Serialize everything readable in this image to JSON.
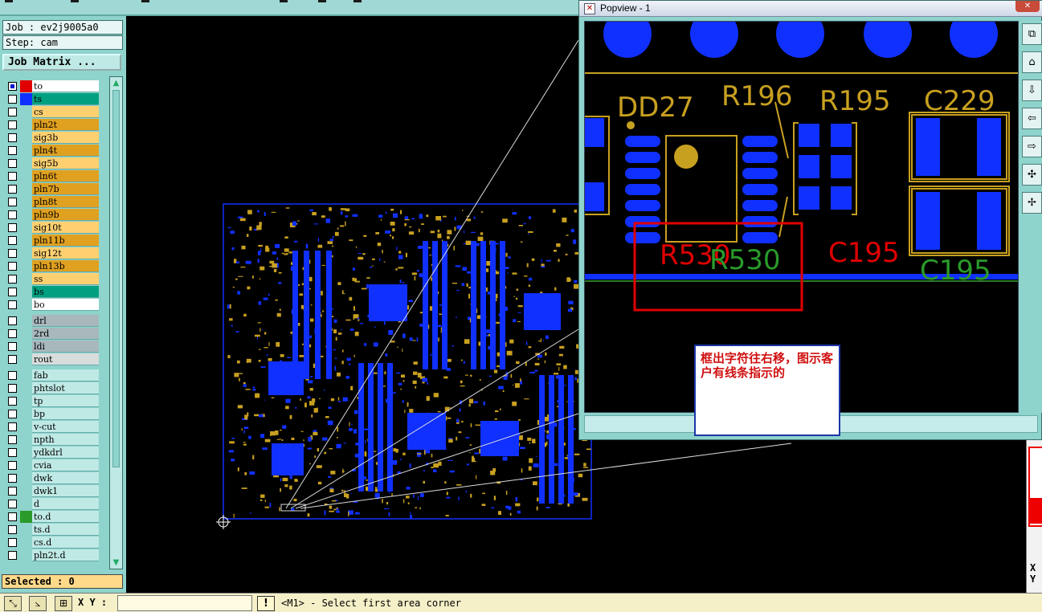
{
  "left_panel": {
    "job": "Job : ev2j9005a0",
    "step": "Step: cam",
    "job_matrix_label": "Job Matrix ...",
    "selected_label": "Selected : 0"
  },
  "layers": [
    {
      "name": "to",
      "color": "#ffffff",
      "swatch": "#e00000",
      "checked": true
    },
    {
      "name": "ts",
      "color": "#00a080",
      "swatch": "#1030ff",
      "checked": false
    },
    {
      "name": "cs",
      "color": "#ffd070",
      "swatch": "",
      "checked": false
    },
    {
      "name": "pln2t",
      "color": "#e0a020",
      "swatch": "",
      "checked": false
    },
    {
      "name": "sig3b",
      "color": "#ffd070",
      "swatch": "",
      "checked": false
    },
    {
      "name": "pln4t",
      "color": "#e0a020",
      "swatch": "",
      "checked": false
    },
    {
      "name": "sig5b",
      "color": "#ffd070",
      "swatch": "",
      "checked": false
    },
    {
      "name": "pln6t",
      "color": "#e0a020",
      "swatch": "",
      "checked": false
    },
    {
      "name": "pln7b",
      "color": "#e0a020",
      "swatch": "",
      "checked": false
    },
    {
      "name": "pln8t",
      "color": "#e0a020",
      "swatch": "",
      "checked": false
    },
    {
      "name": "pln9b",
      "color": "#e0a020",
      "swatch": "",
      "checked": false
    },
    {
      "name": "sig10t",
      "color": "#ffd070",
      "swatch": "",
      "checked": false
    },
    {
      "name": "pln11b",
      "color": "#e0a020",
      "swatch": "",
      "checked": false
    },
    {
      "name": "sig12t",
      "color": "#ffd070",
      "swatch": "",
      "checked": false
    },
    {
      "name": "pln13b",
      "color": "#e0a020",
      "swatch": "",
      "checked": false
    },
    {
      "name": "ss",
      "color": "#ffd070",
      "swatch": "",
      "checked": false
    },
    {
      "name": "bs",
      "color": "#00a080",
      "swatch": "",
      "checked": false
    },
    {
      "name": "bo",
      "color": "#ffffff",
      "swatch": "",
      "checked": false
    },
    {
      "name": "drl",
      "color": "#a8b8bc",
      "swatch": "",
      "checked": false
    },
    {
      "name": "2rd",
      "color": "#a8b8bc",
      "swatch": "",
      "checked": false
    },
    {
      "name": "ldi",
      "color": "#a8b8bc",
      "swatch": "",
      "checked": false
    },
    {
      "name": "rout",
      "color": "#d8dcdc",
      "swatch": "",
      "checked": false
    },
    {
      "name": "fab",
      "color": "#bfe9e5",
      "swatch": "",
      "checked": false
    },
    {
      "name": "phtslot",
      "color": "#bfe9e5",
      "swatch": "",
      "checked": false
    },
    {
      "name": "tp",
      "color": "#bfe9e5",
      "swatch": "",
      "checked": false
    },
    {
      "name": "bp",
      "color": "#bfe9e5",
      "swatch": "",
      "checked": false
    },
    {
      "name": "v-cut",
      "color": "#bfe9e5",
      "swatch": "",
      "checked": false
    },
    {
      "name": "npth",
      "color": "#bfe9e5",
      "swatch": "",
      "checked": false
    },
    {
      "name": "ydkdrl",
      "color": "#bfe9e5",
      "swatch": "",
      "checked": false
    },
    {
      "name": "cvia",
      "color": "#bfe9e5",
      "swatch": "",
      "checked": false
    },
    {
      "name": "dwk",
      "color": "#bfe9e5",
      "swatch": "",
      "checked": false
    },
    {
      "name": "dwk1",
      "color": "#bfe9e5",
      "swatch": "",
      "checked": false
    },
    {
      "name": "d",
      "color": "#bfe9e5",
      "swatch": "",
      "checked": false
    },
    {
      "name": "to.d",
      "color": "#bfe9e5",
      "swatch": "#2a9a2a",
      "checked": false
    },
    {
      "name": "ts.d",
      "color": "#bfe9e5",
      "swatch": "",
      "checked": false
    },
    {
      "name": "cs.d",
      "color": "#bfe9e5",
      "swatch": "",
      "checked": false
    },
    {
      "name": "pln2t.d",
      "color": "#bfe9e5",
      "swatch": "",
      "checked": false
    }
  ],
  "status_bar": {
    "xy_label": "X Y :",
    "xy_value": "",
    "warn_label": "!",
    "prompt": "<M1> - Select first area corner"
  },
  "popview": {
    "title": "Popview - 1",
    "labels": {
      "dd27": "DD27",
      "r196": "R196",
      "r195": "R195",
      "c229": "C229",
      "r530_red": "R530",
      "r530_green": "R530",
      "c195_red": "C195",
      "c195_green": "C195"
    },
    "tools": [
      "zoom-fit-icon",
      "home-icon",
      "pan-down-icon",
      "pan-left-icon",
      "pan-right-icon",
      "zoom-in-icon",
      "zoom-out-icon"
    ]
  },
  "note": {
    "text": "框出字符往右移，图示客户有线条指示的"
  },
  "right_strip": {
    "xy": "X Y"
  },
  "colors": {
    "panel": "#8ed3cc",
    "board_copper": "#c8a020",
    "board_pad": "#1030ff",
    "highlight_box": "#e00000",
    "note_border": "#1c35a8",
    "note_text": "#d01010"
  }
}
